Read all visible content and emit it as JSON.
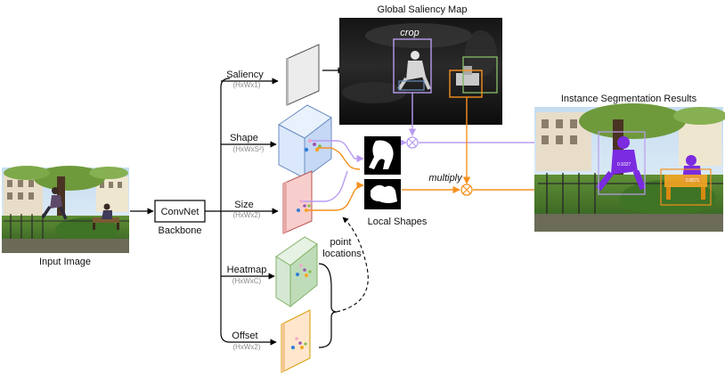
{
  "input": {
    "label": "Input Image"
  },
  "backbone": {
    "box_label": "ConvNet",
    "caption": "Backbone"
  },
  "heads": [
    {
      "name": "Saliency",
      "dims": "(HxWx1)"
    },
    {
      "name": "Shape",
      "dims": "(HxWxS²)"
    },
    {
      "name": "Size",
      "dims": "(HxWx2)"
    },
    {
      "name": "Heatmap",
      "dims": "(HxWxC)"
    },
    {
      "name": "Offset",
      "dims": "(HxWx2)"
    }
  ],
  "saliency_map": {
    "title": "Global Saliency Map",
    "crop_label": "crop"
  },
  "local_shapes": {
    "label": "Local Shapes"
  },
  "multiply_label": "multiply",
  "point_locations_label": "point\nlocations",
  "results": {
    "title": "Instance Segmentation Results",
    "tag_1": "0.9327",
    "tag_2": "0.8571"
  },
  "colors": {
    "shape_face": "#dbe8fb",
    "shape_edge": "#6c8ebf",
    "size_face": "#f8cecc",
    "size_edge": "#b85450",
    "heat_face": "#d5e8d4",
    "heat_edge": "#82b366",
    "offset_face": "#ffe6cc",
    "offset_edge": "#d79b00",
    "purple_flow": "#b89cf0",
    "orange_flow": "#f5901e"
  }
}
